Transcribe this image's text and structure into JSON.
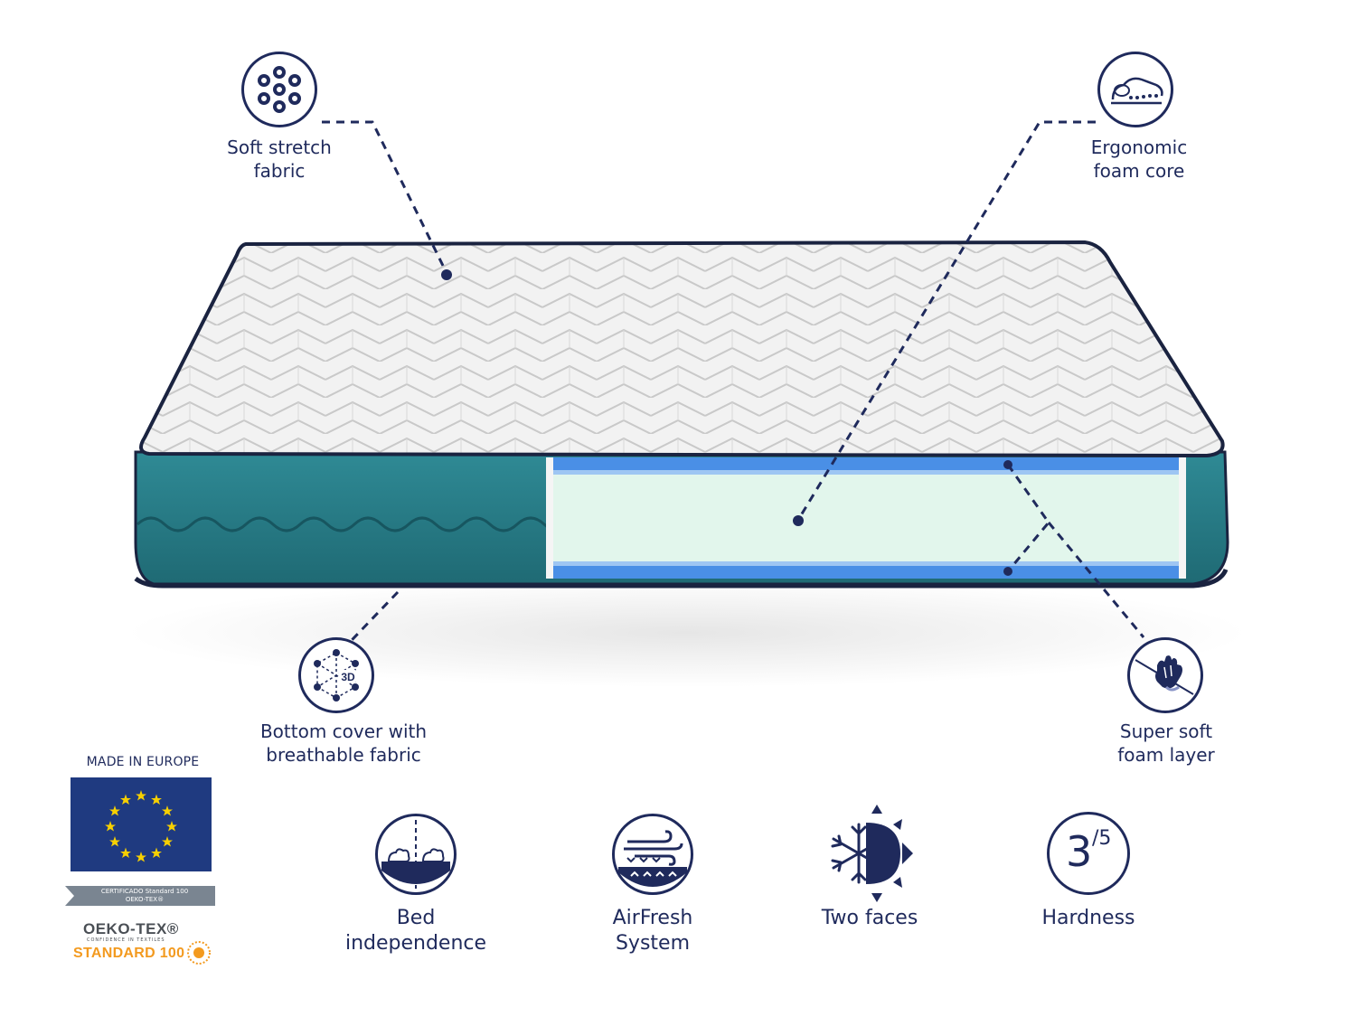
{
  "features_top": {
    "soft_stretch": {
      "line1": "Soft stretch",
      "line2": "fabric"
    },
    "ergonomic": {
      "line1": "Ergonomic",
      "line2": "foam core"
    }
  },
  "features_side": {
    "bottom_cover": {
      "line1": "Bottom cover with",
      "line2": "breathable fabric",
      "badge": "3D"
    },
    "super_soft": {
      "line1": "Super soft",
      "line2": "foam layer"
    }
  },
  "features_bottom": {
    "bed_independence": {
      "line1": "Bed",
      "line2": "independence"
    },
    "airfresh": {
      "line1": "AirFresh",
      "line2": "System"
    },
    "two_faces": {
      "line1": "Two faces"
    },
    "hardness": {
      "line1": "Hardness",
      "value": "3",
      "scale": "/5"
    }
  },
  "certifications": {
    "made_in": "MADE IN EUROPE",
    "ribbon_line1": "CERTIFICADO Standard 100",
    "ribbon_line2": "OEKO-TEX®",
    "oeko_title": "OEKO-TEX®",
    "oeko_subtitle": "CONFIDENCE IN TEXTILES",
    "oeko_standard": "STANDARD 100"
  },
  "colors": {
    "navy": "#1f2a5c",
    "teal": "#2a7d87",
    "foam": "#e2f6ec",
    "foam_blue": "#4a8fe6",
    "eu_blue": "#1f3a80",
    "eu_star": "#f7d000",
    "oeko_orange": "#f39a1f"
  },
  "icons": [
    "circles-fabric-icon",
    "body-foam-icon",
    "3d-mesh-icon",
    "hand-press-icon",
    "bed-independence-icon",
    "airfresh-icon",
    "two-faces-icon",
    "hardness-icon"
  ]
}
